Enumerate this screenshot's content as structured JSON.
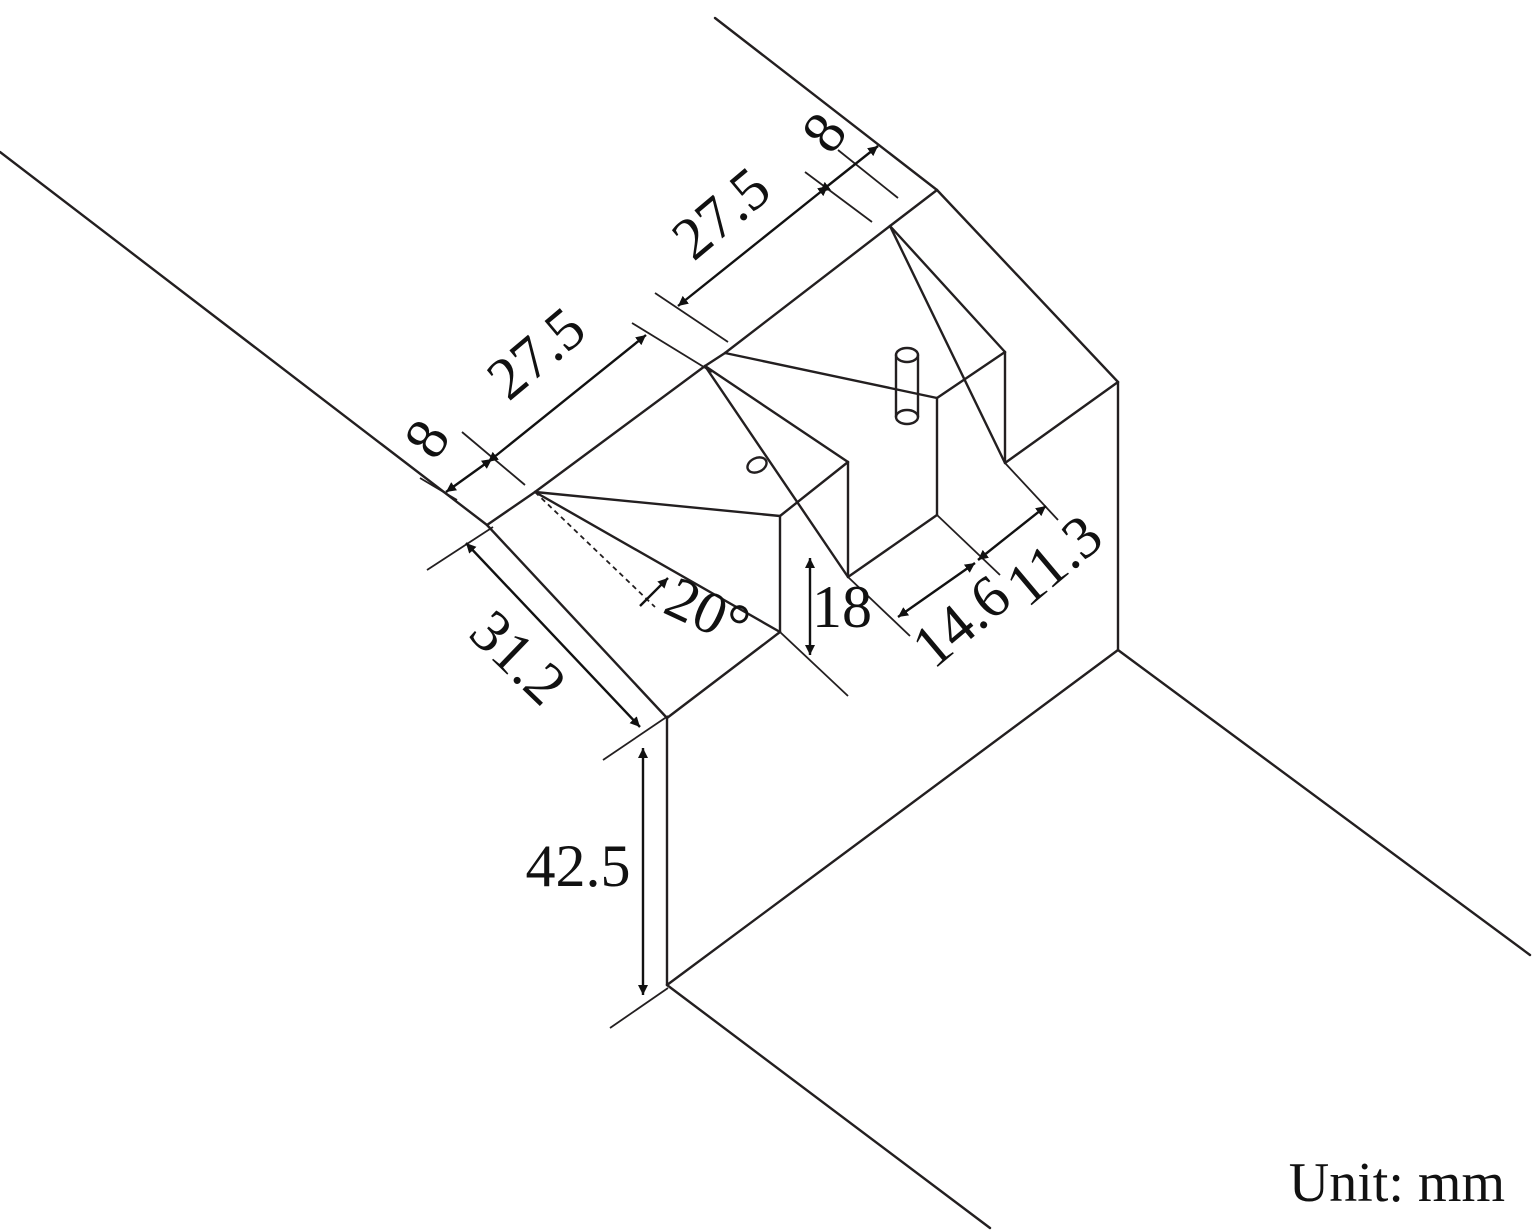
{
  "figure": {
    "unit_label": "Unit: mm",
    "dimensions": {
      "top_offset_right": "8",
      "top_width_right": "27.5",
      "top_width_left": "27.5",
      "top_offset_left": "8",
      "depth": "31.2",
      "height": "42.5",
      "angle": "20°",
      "block_height": "18",
      "side_offset_a": "14.6",
      "side_offset_b": "11.3"
    }
  }
}
